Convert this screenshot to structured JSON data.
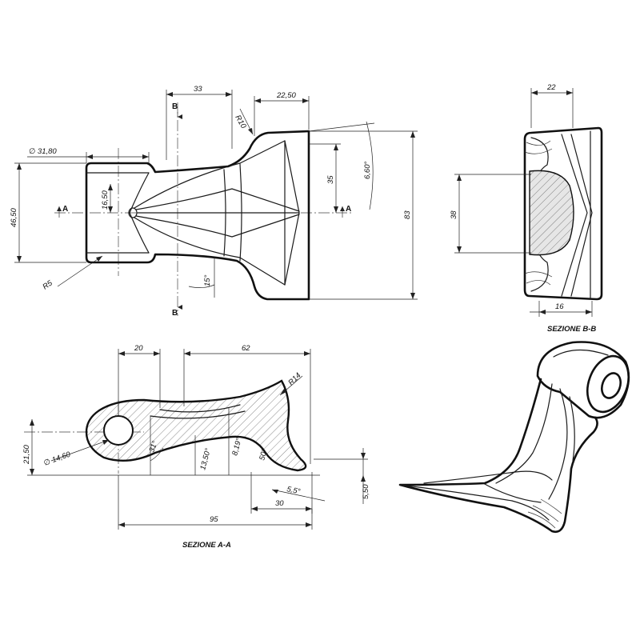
{
  "front_view": {
    "dim_top_width": "33",
    "dim_blade_depth": "22,50",
    "dim_fillet_top": "R10",
    "dim_hub_diameter": "∅ 31,80",
    "dim_hub_height": "46,50",
    "dim_hub_bore": "16,50",
    "dim_blade_height": "35",
    "dim_total_height": "83",
    "dim_blade_angle": "6,60°",
    "dim_fillet_bottom": "R5",
    "dim_taper_angle": "15°",
    "cut_a": "A",
    "cut_b": "B"
  },
  "section_bb": {
    "label": "SEZIONE B-B",
    "dim_width": "22",
    "dim_height": "38",
    "dim_bottom": "16"
  },
  "section_aa": {
    "label": "SEZIONE A-A",
    "dim_hub_offset": "20",
    "dim_blade_span": "62",
    "dim_radius": "R14",
    "dim_hole": "∅ 14,60",
    "dim_hub_height": "21,50",
    "dim_angle_31": "31°",
    "dim_angle_13": "13,50°",
    "dim_angle_8": "8,19°",
    "dim_angle_50": "50°",
    "dim_angle_5": "5,5°",
    "dim_tip_height": "5,50",
    "dim_tip_length": "30",
    "dim_total_length": "95"
  }
}
